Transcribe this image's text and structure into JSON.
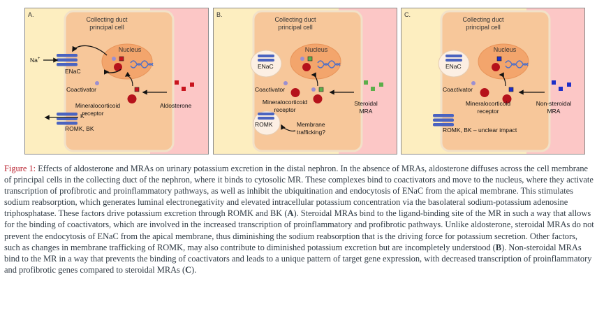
{
  "panels": [
    {
      "letter": "A.",
      "cell_title_1": "Collecting duct",
      "cell_title_2": "principal cell",
      "nucleus": "Nucleus",
      "enac": "ENaC",
      "na": "Na",
      "na_sup": "+",
      "coactivator": "Coactivator",
      "mr_1": "Mineralocorticoid",
      "mr_2": "receptor",
      "ligand": "Aldosterone",
      "k": "K",
      "k_sup": "+",
      "romk": "ROMK, BK",
      "ligand_color": "#c8141e"
    },
    {
      "letter": "B.",
      "cell_title_1": "Collecting duct",
      "cell_title_2": "principal cell",
      "nucleus": "Nucleus",
      "enac": "ENaC",
      "coactivator": "Coactivator",
      "mr_1": "Mineralocorticoid",
      "mr_2": "receptor",
      "ligand_1": "Steroidal",
      "ligand_2": "MRA",
      "romk": "ROMK",
      "trafficking_1": "Membrane",
      "trafficking_2": "trafficking?",
      "ligand_color": "#5cae4a"
    },
    {
      "letter": "C.",
      "cell_title_1": "Collecting duct",
      "cell_title_2": "principal cell",
      "nucleus": "Nucleus",
      "enac": "ENaC",
      "coactivator": "Coactivator",
      "mr_1": "Mineralocorticoid",
      "mr_2": "receptor",
      "ligand_1": "Non-steroidal",
      "ligand_2": "MRA",
      "romk": "ROMK, BK – unclear impact",
      "ligand_color": "#1e2ec8"
    }
  ],
  "caption": {
    "label": "Figure 1:",
    "segments": [
      {
        "t": " Effects of aldosterone and MRAs on urinary potassium excretion in the distal nephron. In the absence of MRAs, aldosterone diffuses across the cell membrane of principal cells in the collecting duct of the nephron, where it binds to cytosolic MR. These complexes bind to coactivators and move to the nucleus, where they activate transcription of profibrotic and proinflammatory pathways, as well as inhibit the ubiquitination and endocytosis of ENaC from the apical membrane. This stimulates sodium reabsorption, which generates luminal electronegativity and elevated intracellular potassium concentration via the basolateral sodium-potassium adenosine triphosphatase. These factors drive potassium excretion through ROMK and BK (",
        "b": false
      },
      {
        "t": "A",
        "b": true
      },
      {
        "t": "). Steroidal MRAs bind to the ligand-binding site of the MR in such a way that allows for the binding of coactivators, which are involved in the increased transcription of proinflammatory and profibrotic pathways. Unlike aldosterone, steroidal MRAs do not prevent the endocytosis of ENaC from the apical membrane, thus diminishing the sodium reabsorption that is the driving force for potassium secretion. Other factors, such as changes in membrane trafficking of ROMK, may also contribute to diminished potassium excretion but are incompletely understood (",
        "b": false
      },
      {
        "t": "B",
        "b": true
      },
      {
        "t": "). Non-steroidal MRAs bind to the MR in a way that prevents the binding of coactivators and leads to a unique pattern of target gene expression, with decreased transcription of proinflammatory and profibrotic genes compared to steroidal MRAs (",
        "b": false
      },
      {
        "t": "C",
        "b": true
      },
      {
        "t": ").",
        "b": false
      }
    ]
  }
}
